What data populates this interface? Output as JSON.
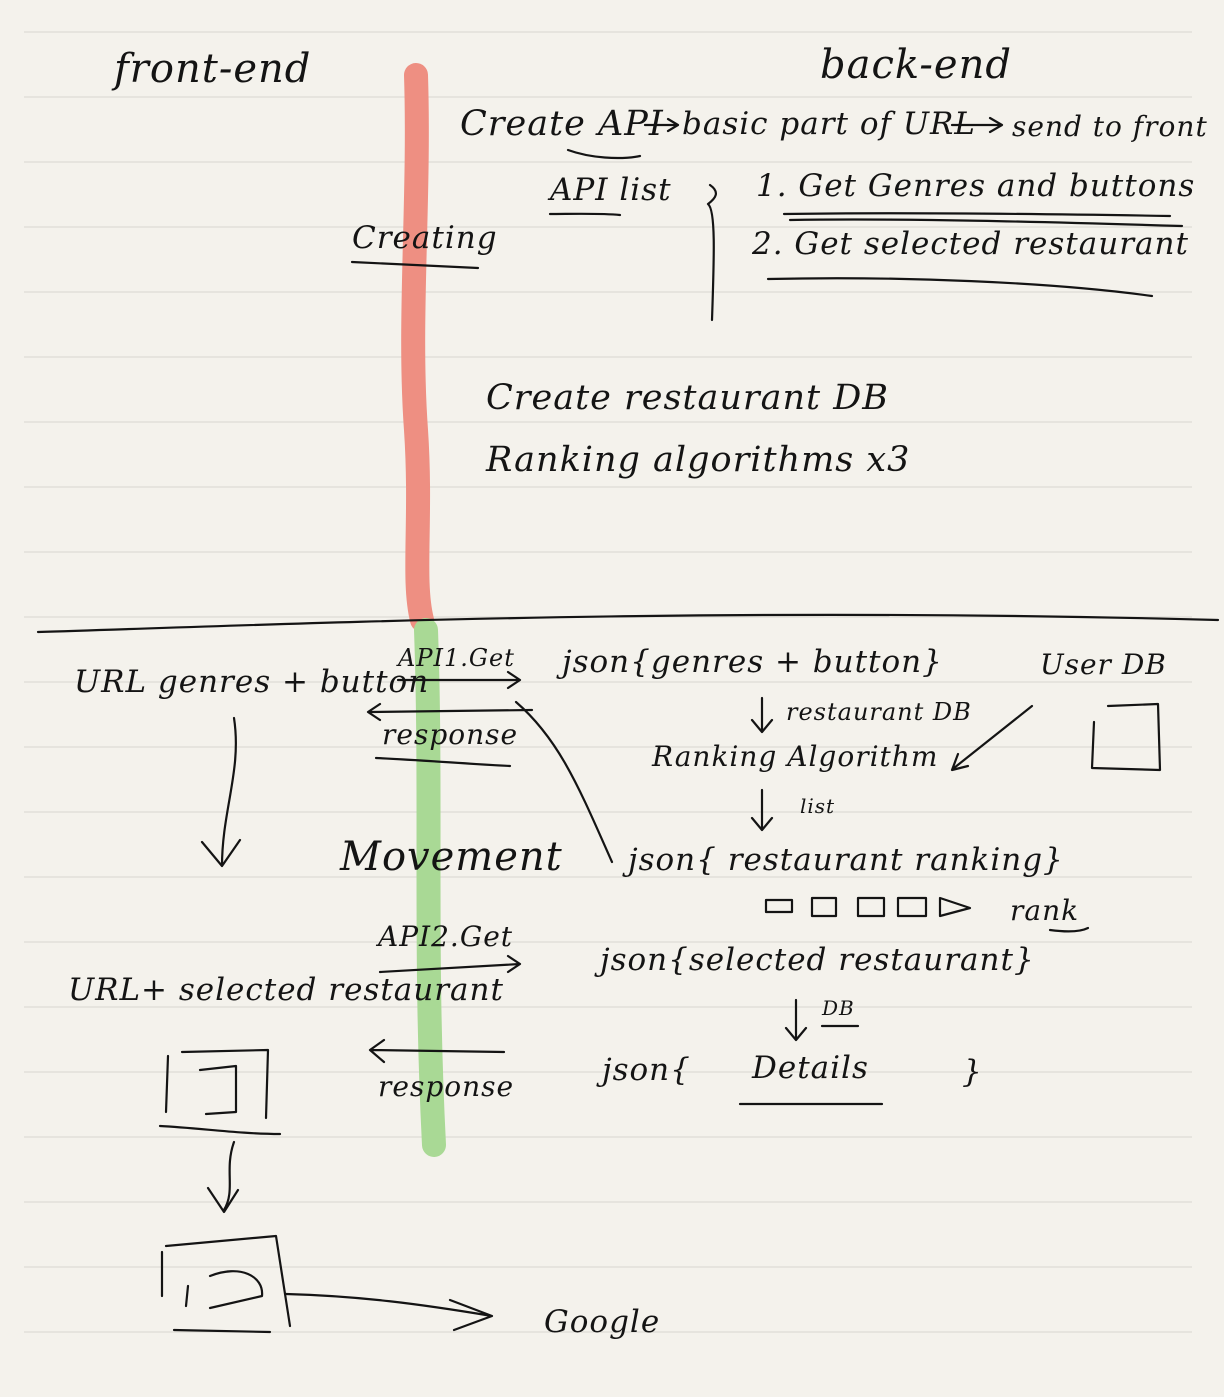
{
  "paper": {
    "background": "#f4f2ec",
    "rule_color": "#d9d7cf",
    "ink": "#141414"
  },
  "timeline": {
    "creating_color": "#ee8f82",
    "movement_color": "#a9d995"
  },
  "headers": {
    "front_end": "front-end",
    "back_end": "back-end"
  },
  "creating": {
    "label": "Creating",
    "create_api": "Create API",
    "arrow1_text": "basic part of URL",
    "send_text": "send to front",
    "api_list_label": "API list",
    "api_list_items": [
      "1. Get Genres and buttons",
      "2. Get selected restaurant"
    ],
    "create_db": "Create restaurant DB",
    "ranking": "Ranking algorithms x3"
  },
  "movement": {
    "label": "Movement",
    "url_genres": "URL genres + button",
    "api1_get": "API1.Get",
    "response1": "response",
    "json_genres": "json{genres + button}",
    "user_db": "User DB",
    "restaurant_db": "restaurant DB",
    "ranking_algorithm": "Ranking Algorithm",
    "list": "list",
    "json_ranking": "json{ restaurant ranking}",
    "rank": "rank",
    "api2_get": "API2.Get",
    "url_selected": "URL+ selected restaurant",
    "json_selected": "json{selected restaurant}",
    "db": "DB",
    "response2": "response",
    "json_details_open": "json{",
    "details": "Details",
    "json_details_close": "}",
    "google": "Google"
  }
}
